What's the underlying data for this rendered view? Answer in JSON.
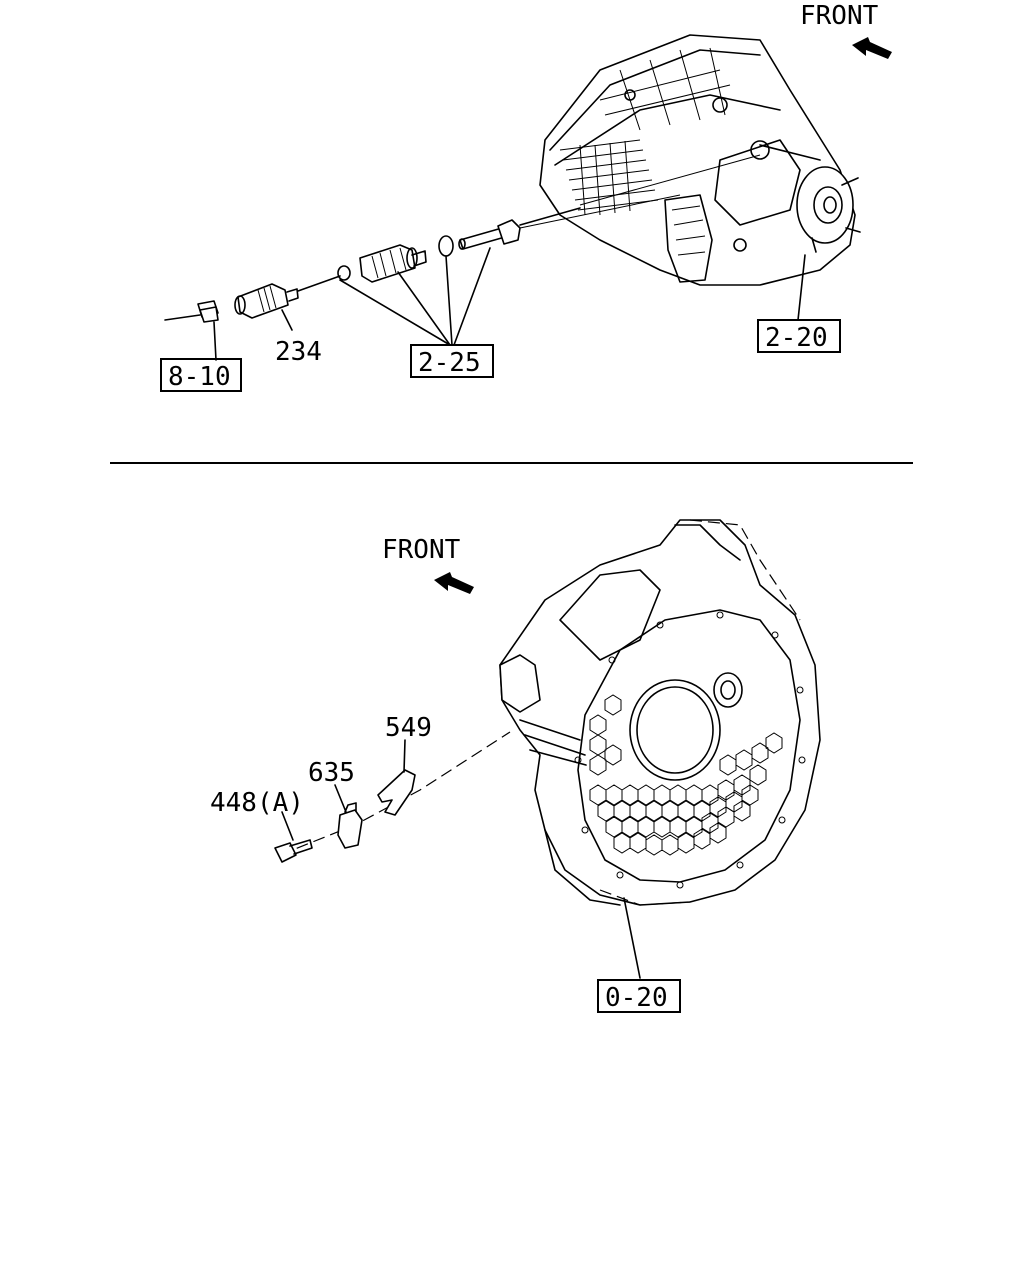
{
  "upper": {
    "front_label": "FRONT",
    "callouts": {
      "part_234": "234",
      "ref_8_10": "8-10",
      "ref_2_25": "2-25",
      "ref_2_20": "2-20"
    }
  },
  "lower": {
    "front_label": "FRONT",
    "callouts": {
      "part_549": "549",
      "part_635": "635",
      "part_448": "448(A)",
      "ref_0_20": "0-20"
    }
  },
  "icons": {
    "front_arrow": "arrow-left-icon"
  }
}
